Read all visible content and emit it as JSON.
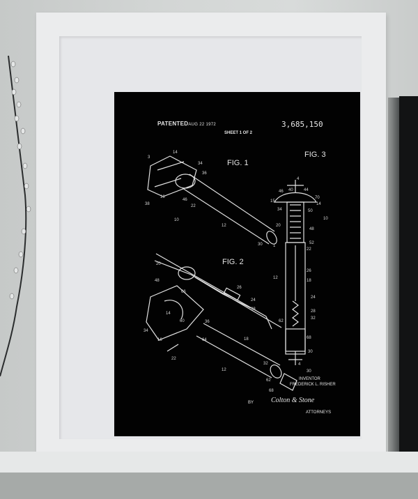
{
  "scene": {
    "description": "Framed black patent print of a safety razor on a white shelf",
    "colors": {
      "wall": "#d3d6d5",
      "frame": "#ebeced",
      "mat": "#e6e7ea",
      "print_bg": "#020202",
      "ink": "#e9e9e9",
      "shelf": "#e6e8e8",
      "floor": "#a6aaa8",
      "side_object": "#121314"
    }
  },
  "print": {
    "patented_label": "PATENTED",
    "patented_date": "AUG 22 1972",
    "patent_number": "3,685,150",
    "sheet": "SHEET 1 OF 2",
    "figures": [
      {
        "label": "FIG. 1",
        "callouts": [
          "14",
          "34",
          "36",
          "38",
          "16",
          "46",
          "22",
          "10",
          "12",
          "30",
          "1"
        ]
      },
      {
        "label": "FIG. 2",
        "callouts": [
          "20",
          "48",
          "66",
          "26",
          "24",
          "28",
          "14",
          "60",
          "36",
          "34",
          "16",
          "64",
          "22",
          "18",
          "12",
          "32",
          "62",
          "68",
          "30"
        ]
      },
      {
        "label": "FIG. 3",
        "callouts": [
          "4",
          "40",
          "44",
          "46",
          "70",
          "15",
          "14",
          "34",
          "50",
          "10",
          "20",
          "48",
          "52",
          "22",
          "26",
          "12",
          "18",
          "24",
          "28",
          "62",
          "32",
          "68",
          "30"
        ]
      }
    ],
    "inventor_label": "INVENTOR",
    "inventor_name": "FREDERICK L. RISHER",
    "by_label": "BY",
    "signature": "Colton & Stone",
    "attorneys_label": "ATTORNEYS"
  }
}
